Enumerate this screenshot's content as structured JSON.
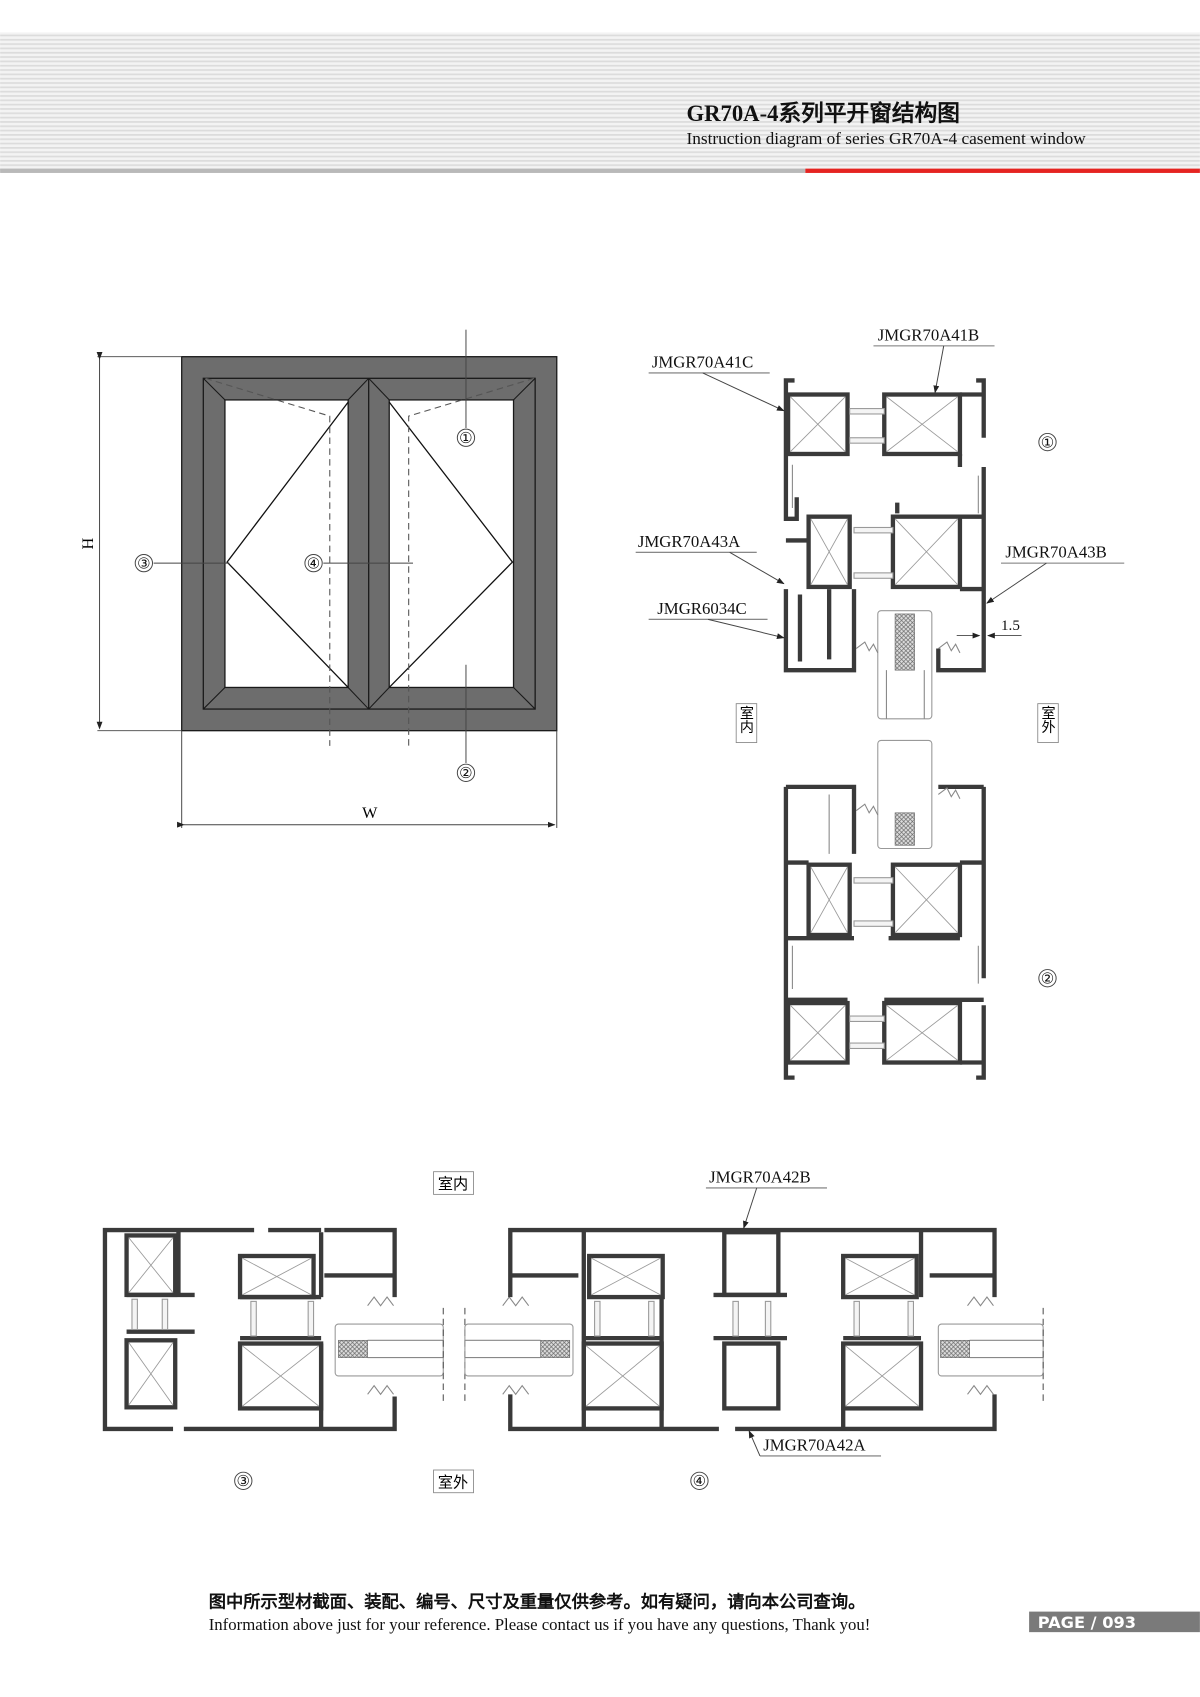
{
  "header": {
    "title_cn": "GR70A-4系列平开窗结构图",
    "title_en": "Instruction diagram of series GR70A-4 casement window",
    "accent_color": "#e52421"
  },
  "elevation": {
    "height_label": "H",
    "width_label": "W",
    "markers": [
      "①",
      "②",
      "③",
      "④"
    ]
  },
  "vertical_section": {
    "parts": {
      "a41c": "JMGR70A41C",
      "a41b": "JMGR70A41B",
      "a43a": "JMGR70A43A",
      "a43b": "JMGR70A43B",
      "c6034": "JMGR6034C"
    },
    "dimension": "1.5",
    "indoor": "室内",
    "outdoor": "室外",
    "markers": [
      "①",
      "②"
    ]
  },
  "horizontal_section": {
    "indoor": "室内",
    "outdoor": "室外",
    "parts": {
      "a42b": "JMGR70A42B",
      "a42a": "JMGR70A42A"
    },
    "markers": [
      "③",
      "④"
    ]
  },
  "footer": {
    "note_cn": "图中所示型材截面、装配、编号、尺寸及重量仅供参考。如有疑问，请向本公司查询。",
    "note_en": "Information above just for your reference. Please contact us if you have any questions, Thank you!",
    "page_label": "PAGE / 093"
  }
}
